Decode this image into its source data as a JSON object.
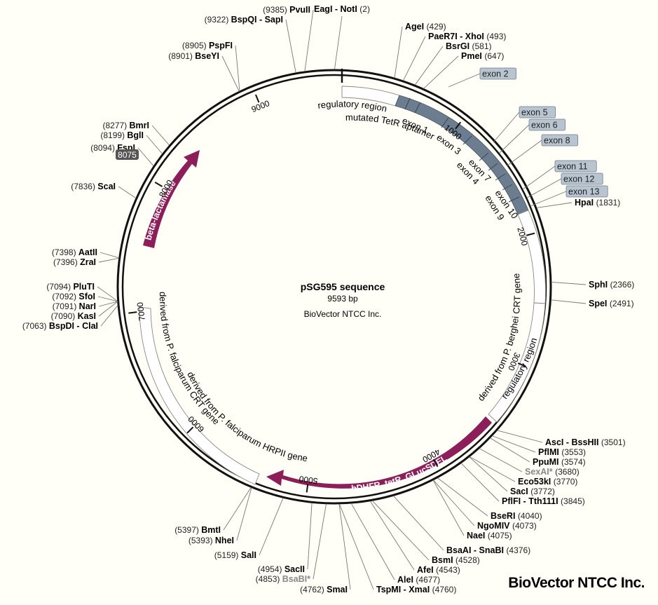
{
  "plasmid": {
    "name": "pSG595 sequence",
    "length_label": "9593 bp",
    "company": "BioVector NTCC Inc.",
    "total_bp": 9593,
    "brand": "BioVector NTCC Inc."
  },
  "ticks": [
    1000,
    2000,
    3000,
    4000,
    5000,
    6000,
    7000,
    8000,
    9000
  ],
  "sites": [
    {
      "name": "EagI - NotI",
      "pos": "(2)",
      "bp": 2
    },
    {
      "name": "AgeI",
      "pos": "(429)",
      "bp": 429
    },
    {
      "name": "PaeR7I - XhoI",
      "pos": "(493)",
      "bp": 493
    },
    {
      "name": "BsrGI",
      "pos": "(581)",
      "bp": 581
    },
    {
      "name": "PmeI",
      "pos": "(647)",
      "bp": 647
    },
    {
      "name": "HpaI",
      "pos": "(1831)",
      "bp": 1831
    },
    {
      "name": "SphI",
      "pos": "(2366)",
      "bp": 2366
    },
    {
      "name": "SpeI",
      "pos": "(2491)",
      "bp": 2491
    },
    {
      "name": "AscI - BssHII",
      "pos": "(3501)",
      "bp": 3501
    },
    {
      "name": "PflMI",
      "pos": "(3553)",
      "bp": 3553
    },
    {
      "name": "PpuMI",
      "pos": "(3574)",
      "bp": 3574
    },
    {
      "name": "SexAI*",
      "pos": "(3680)",
      "bp": 3680,
      "gray": true
    },
    {
      "name": "Eco53kI",
      "pos": "(3770)",
      "bp": 3770
    },
    {
      "name": "SacI",
      "pos": "(3772)",
      "bp": 3772
    },
    {
      "name": "PflFI - Tth111I",
      "pos": "(3845)",
      "bp": 3845
    },
    {
      "name": "BseRI",
      "pos": "(4040)",
      "bp": 4040
    },
    {
      "name": "NgoMIV",
      "pos": "(4073)",
      "bp": 4073
    },
    {
      "name": "NaeI",
      "pos": "(4075)",
      "bp": 4075
    },
    {
      "name": "BsaAI - SnaBI",
      "pos": "(4376)",
      "bp": 4376
    },
    {
      "name": "BsmI",
      "pos": "(4528)",
      "bp": 4528
    },
    {
      "name": "AfeI",
      "pos": "(4543)",
      "bp": 4543
    },
    {
      "name": "AleI",
      "pos": "(4677)",
      "bp": 4677
    },
    {
      "name": "TspMI - XmaI",
      "pos": "(4760)",
      "bp": 4760
    },
    {
      "name": "SmaI",
      "pos": "(4762)",
      "bp": 4762
    },
    {
      "name": "BsaBI*",
      "pos": "(4853)",
      "bp": 4853,
      "gray": true
    },
    {
      "name": "SacII",
      "pos": "(4954)",
      "bp": 4954
    },
    {
      "name": "SalI",
      "pos": "(5159)",
      "bp": 5159
    },
    {
      "name": "NheI",
      "pos": "(5393)",
      "bp": 5393
    },
    {
      "name": "BmtI",
      "pos": "(5397)",
      "bp": 5397
    },
    {
      "name": "BspDI - ClaI",
      "pos": "(7063)",
      "bp": 7063
    },
    {
      "name": "KasI",
      "pos": "(7090)",
      "bp": 7090
    },
    {
      "name": "NarI",
      "pos": "(7091)",
      "bp": 7091
    },
    {
      "name": "SfoI",
      "pos": "(7092)",
      "bp": 7092
    },
    {
      "name": "PluTI",
      "pos": "(7094)",
      "bp": 7094
    },
    {
      "name": "ZraI",
      "pos": "(7396)",
      "bp": 7396
    },
    {
      "name": "AatII",
      "pos": "(7398)",
      "bp": 7398
    },
    {
      "name": "ScaI",
      "pos": "(7836)",
      "bp": 7836
    },
    {
      "name": "FspI",
      "pos": "(8094)",
      "bp": 8094
    },
    {
      "name": "BglI",
      "pos": "(8199)",
      "bp": 8199
    },
    {
      "name": "BmrI",
      "pos": "(8277)",
      "bp": 8277
    },
    {
      "name": "BseYI",
      "pos": "(8901)",
      "bp": 8901
    },
    {
      "name": "PspFI",
      "pos": "(8905)",
      "bp": 8905
    },
    {
      "name": "BspQI - SapI",
      "pos": "(9322)",
      "bp": 9322
    },
    {
      "name": "PvuII",
      "pos": "(9385)",
      "bp": 9385
    }
  ],
  "exon_labels": [
    "exon 2",
    "exon 5",
    "exon 6",
    "exon 8",
    "exon 11",
    "exon 12",
    "exon 13"
  ],
  "inner_labels": {
    "regulatory_top": "regulatory region",
    "aptamer": "mutated TetR aptamer",
    "exon1": "exon 1",
    "exon3": "exon 3",
    "exon7": "exon 7",
    "exon4": "exon 4",
    "exon10": "exon 10",
    "exon9": "exon 9",
    "berghei": "derived from P. berghei CRT gene",
    "regulatory_right": "regulatory region",
    "falciparum_crt": "derived from P. falciparum CRT gene",
    "falciparum_hrp": "derived from P. falciparum HRPII gene",
    "fspi_badge": "8075"
  },
  "arrows": {
    "bla": "beta-lactamase",
    "hdhfr": "hDHFR, tetR, GLucSDEL"
  },
  "colors": {
    "arrow": "#8c1f5a",
    "exon": "#6b7d8f",
    "ring": "#111111",
    "background": "#fffef7"
  }
}
